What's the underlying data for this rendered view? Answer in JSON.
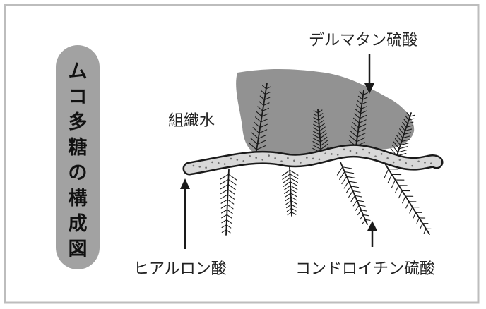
{
  "title_chars": [
    "ム",
    "コ",
    "多",
    "糖",
    "の",
    "構",
    "成",
    "図"
  ],
  "labels": {
    "dermatan": "デルマタン硫酸",
    "tissue_water": "組織水",
    "hyaluronic": "ヒアルロン酸",
    "chondroitin": "コンドロイチン硫酸"
  },
  "colors": {
    "background": "#ffffff",
    "border": "#bdbdbd",
    "title_pill": "#a2a2a2",
    "water_region": "#929292",
    "strand_fill": "#d8d8d8",
    "strand_outline": "#1a1a1a",
    "branch": "#1a1a1a",
    "text": "#222222"
  }
}
